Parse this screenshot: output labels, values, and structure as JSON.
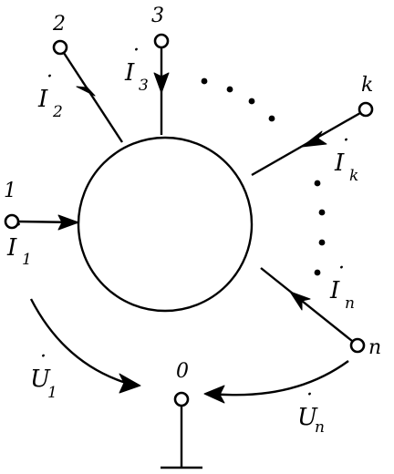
{
  "node_labels": {
    "n1": "1",
    "n2": "2",
    "n3": "3",
    "nk": "k",
    "nn": "n",
    "n0": "0"
  },
  "currents": [
    {
      "id": "i1",
      "symbol": "I",
      "sub": "1"
    },
    {
      "id": "i2",
      "symbol": "I",
      "sub": "2"
    },
    {
      "id": "i3",
      "symbol": "I",
      "sub": "3"
    },
    {
      "id": "ik",
      "symbol": "I",
      "sub": "k"
    },
    {
      "id": "in",
      "symbol": "I",
      "sub": "n"
    }
  ],
  "voltages": [
    {
      "id": "u1",
      "symbol": "U",
      "sub": "1"
    },
    {
      "id": "un",
      "symbol": "U",
      "sub": "n"
    }
  ],
  "dot_mark": "·"
}
